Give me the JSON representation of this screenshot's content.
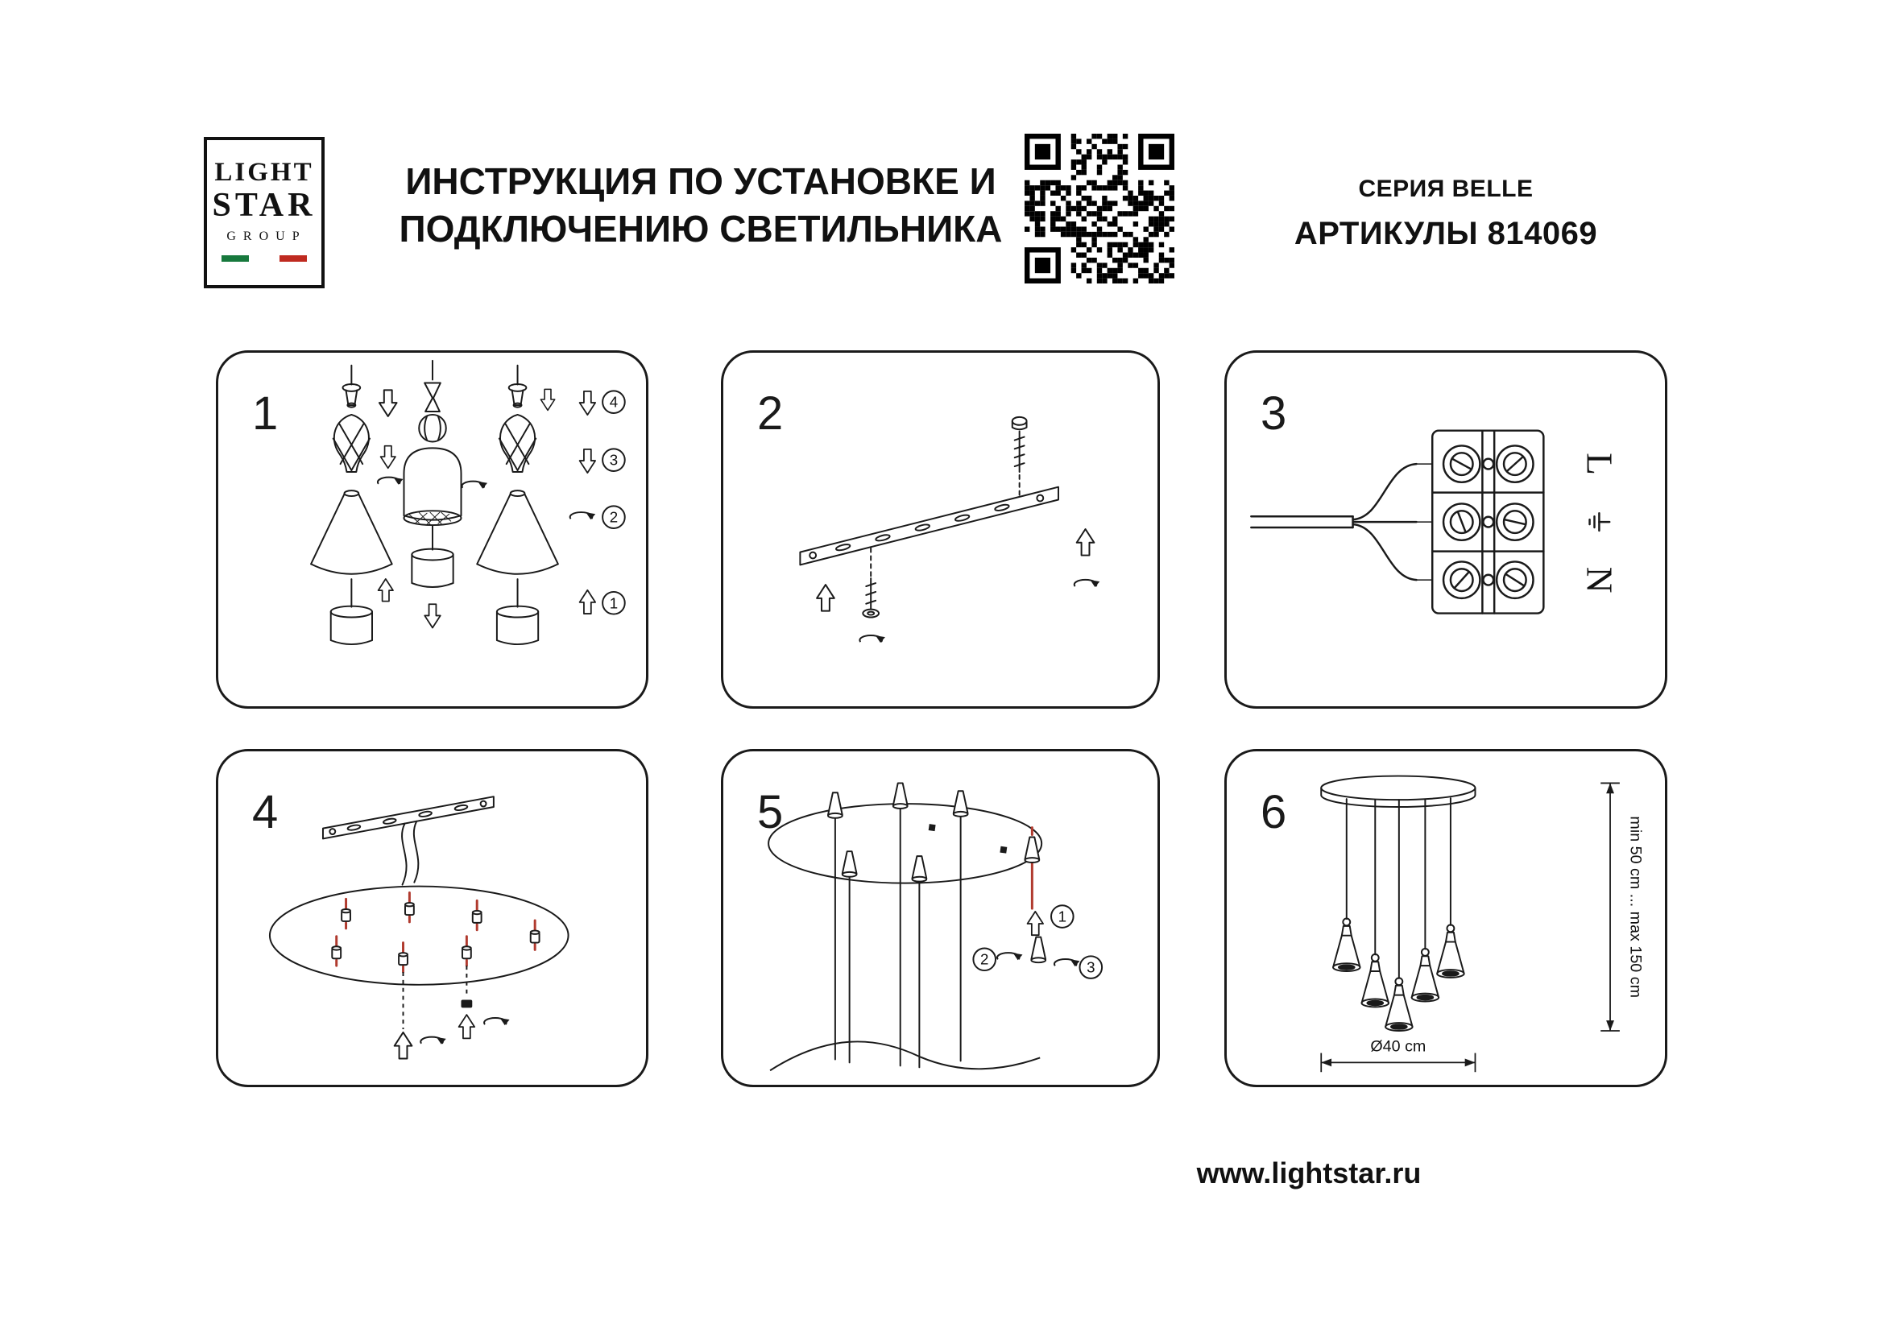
{
  "colors": {
    "flag_green": "#17793d",
    "flag_white": "#ffffff",
    "flag_red": "#bf2a20",
    "accent_red": "#b03a2e",
    "line": "#1a1a1a"
  },
  "header": {
    "logo": {
      "word1": "LIGHT",
      "word2": "STAR",
      "word3": "GROUP"
    },
    "title_line1": "ИНСТРУКЦИЯ ПО УСТАНОВКЕ И",
    "title_line2": "ПОДКЛЮЧЕНИЮ СВЕТИЛЬНИКА",
    "series": "СЕРИЯ BELLE",
    "articles": "АРТИКУЛЫ 814069"
  },
  "panels": {
    "p1": {
      "number": "1",
      "badge4": "4",
      "badge3": "3",
      "badge2": "2",
      "badge1": "1"
    },
    "p2": {
      "number": "2"
    },
    "p3": {
      "number": "3",
      "label_l": "L",
      "label_n": "N"
    },
    "p4": {
      "number": "4"
    },
    "p5": {
      "number": "5",
      "badge1": "1",
      "badge2": "2",
      "badge3": "3"
    },
    "p6": {
      "number": "6",
      "height_range": "min 50 cm ... max 150 cm",
      "diameter": "Ø40 cm"
    }
  },
  "footer": {
    "website": "www.lightstar.ru"
  }
}
